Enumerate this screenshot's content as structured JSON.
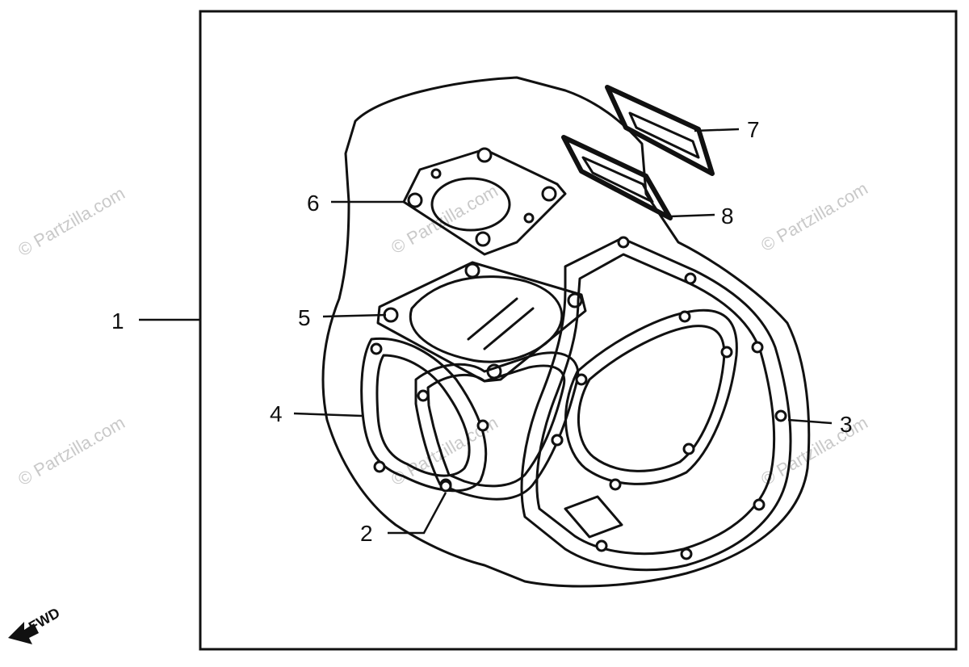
{
  "watermark": {
    "text": "© Partzilla.com",
    "color": "#c9c9c9"
  },
  "direction_label": "FWD",
  "callouts": [
    {
      "id": 1,
      "label": "1",
      "part": "gasket-kit"
    },
    {
      "id": 2,
      "label": "2",
      "part": "crankcase-gasket"
    },
    {
      "id": 3,
      "label": "3",
      "part": "right-cover-gasket"
    },
    {
      "id": 4,
      "label": "4",
      "part": "left-cover-gasket"
    },
    {
      "id": 5,
      "label": "5",
      "part": "cylinder-base-gasket"
    },
    {
      "id": 6,
      "label": "6",
      "part": "cylinder-head-gasket"
    },
    {
      "id": 7,
      "label": "7",
      "part": "reed-valve-gasket-a"
    },
    {
      "id": 8,
      "label": "8",
      "part": "reed-valve-gasket-b"
    }
  ],
  "colors": {
    "line": "#111111",
    "background": "#ffffff"
  }
}
